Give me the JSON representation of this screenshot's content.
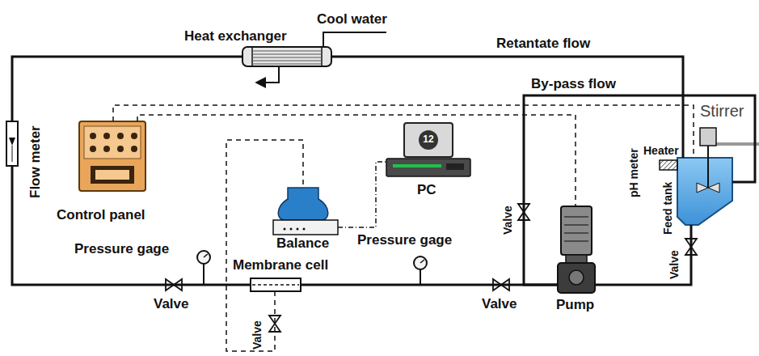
{
  "diagram": {
    "nodes": [
      {
        "text": [
          "Heat exchanger"
        ]
      },
      {
        "text": [
          "Flow meter"
        ]
      },
      {
        "text": [
          "Control panel"
        ]
      },
      {
        "text": [
          "Balance"
        ]
      },
      {
        "text": [
          "12",
          "PC"
        ]
      },
      {
        "text": [
          "Feed tank"
        ]
      },
      {
        "text": [
          "Membrane cell"
        ]
      },
      {
        "text": [
          "Pump"
        ]
      }
    ],
    "edges": [
      {
        "from": 5,
        "to": 7,
        "arrow": "none"
      },
      {
        "from": 7,
        "to": 6,
        "arrow": "none"
      },
      {
        "from": 6,
        "to": 1,
        "arrow": "none"
      },
      {
        "from": 1,
        "to": 0,
        "arrow": "none"
      },
      {
        "from": 0,
        "to": 5,
        "label": "Retantate flow",
        "arrow": "none"
      },
      {
        "from": 7,
        "to": 5,
        "label": "By-pass flow",
        "arrow": "none"
      },
      {
        "from": 2,
        "to": 5,
        "arrow": "none"
      },
      {
        "from": 2,
        "to": 7,
        "arrow": "none"
      },
      {
        "from": 6,
        "to": 3,
        "arrow": "none"
      },
      {
        "from": 3,
        "to": 4,
        "arrow": "none"
      }
    ],
    "labels": [
      "Cool water",
      "Stirrer",
      "Heater",
      "pH meter",
      "Pressure gage",
      "Valve",
      "Pressure gage",
      "Valve",
      "Valve",
      "Valve",
      "Valve"
    ]
  }
}
